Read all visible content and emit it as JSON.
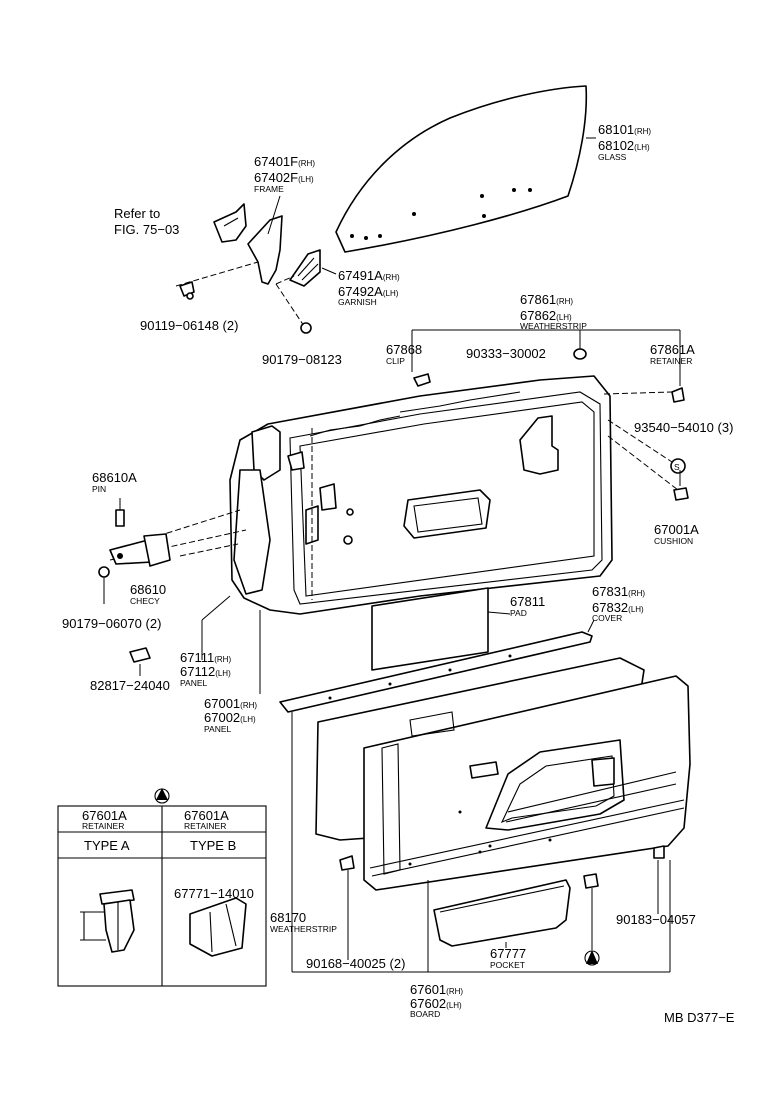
{
  "labels": {
    "glass": {
      "line1": "68101",
      "s1": "(RH)",
      "line2": "68102",
      "s2": "(LH)",
      "name": "GLASS"
    },
    "frame": {
      "line1": "67401F",
      "s1": "(RH)",
      "line2": "67402F",
      "s2": "(LH)",
      "name": "FRAME"
    },
    "refer": {
      "line1": "Refer to",
      "line2": "FIG. 75−03"
    },
    "garnish": {
      "line1": "67491A",
      "s1": "(RH)",
      "line2": "67492A",
      "s2": "(LH)",
      "name": "GARNISH"
    },
    "bolt1": {
      "text": "90119−06148 (2)"
    },
    "nut1": {
      "text": "90179−08123"
    },
    "weatherstrip_top": {
      "line1": "67861",
      "s1": "(RH)",
      "line2": "67862",
      "s2": "(LH)",
      "name": "WEATHERSTRIP"
    },
    "clip": {
      "line1": "67868",
      "name": "CLIP"
    },
    "grommet": {
      "text": "90333−30002"
    },
    "retainer_top": {
      "line1": "67861A",
      "name": "RETAINER"
    },
    "screw3": {
      "text": "93540−54010 (3)"
    },
    "pin": {
      "line1": "68610A",
      "name": "PIN"
    },
    "cushion": {
      "line1": "67001A",
      "name": "CUSHION"
    },
    "check": {
      "line1": "68610",
      "name": "CHECY"
    },
    "nut2": {
      "text": "90179−06070 (2)"
    },
    "pad": {
      "line1": "67811",
      "name": "PAD"
    },
    "cover": {
      "line1": "67831",
      "s1": "(RH)",
      "line2": "67832",
      "s2": "(LH)",
      "name": "COVER"
    },
    "panel_inner": {
      "line1": "67111",
      "s1": "(RH)",
      "line2": "67112",
      "s2": "(LH)",
      "name": "PANEL"
    },
    "plug": {
      "text": "82817−24040"
    },
    "panel_outer": {
      "line1": "67001",
      "s1": "(RH)",
      "line2": "67002",
      "s2": "(LH)",
      "name": "PANEL"
    },
    "weatherstrip_low": {
      "line1": "68170",
      "name": "WEATHERSTRIP"
    },
    "screw_low": {
      "text": "90168−40025 (2)"
    },
    "pocket": {
      "line1": "67777",
      "name": "POCKET"
    },
    "clip_low": {
      "text": "90183−04057"
    },
    "board": {
      "line1": "67601",
      "s1": "(RH)",
      "line2": "67602",
      "s2": "(LH)",
      "name": "BOARD"
    },
    "footer": {
      "text": "MB  D377−E"
    }
  },
  "inset": {
    "col1": {
      "part": "67601A",
      "name": "RETAINER",
      "type": "TYPE A"
    },
    "col2": {
      "part": "67601A",
      "name": "RETAINER",
      "type": "TYPE B",
      "sub_part": "67771−14010"
    }
  }
}
